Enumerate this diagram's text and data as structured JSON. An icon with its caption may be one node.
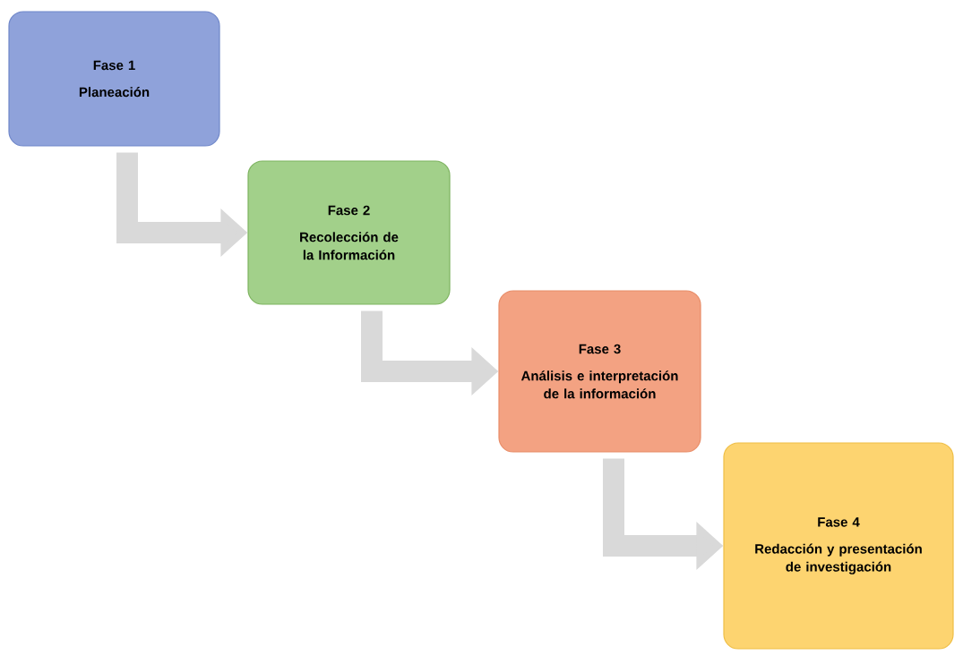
{
  "diagram": {
    "nodes": [
      {
        "text": [
          "Fase 1",
          "Planeación"
        ]
      },
      {
        "text": [
          "Fase 2",
          "Recolección de la Información"
        ]
      },
      {
        "text": [
          "Fase 3",
          "Análisis e interpretación de la información"
        ]
      },
      {
        "text": [
          "Fase 4",
          "Redacción y presentación de investigación"
        ]
      }
    ],
    "edges": [
      {
        "from": 0,
        "to": 1,
        "arrow": "to"
      },
      {
        "from": 1,
        "to": 2,
        "arrow": "to"
      },
      {
        "from": 2,
        "to": 3,
        "arrow": "to"
      }
    ]
  }
}
